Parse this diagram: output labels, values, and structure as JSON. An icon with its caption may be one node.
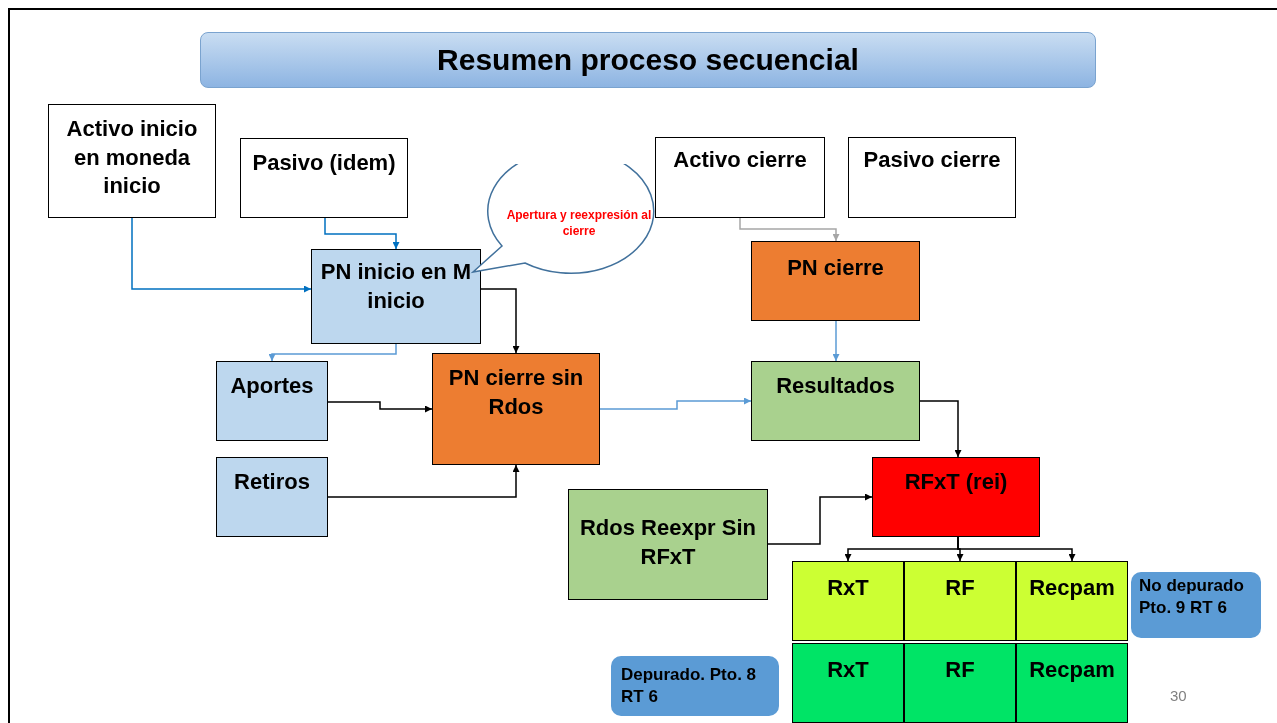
{
  "diagram": {
    "title": "Resumen proceso secuencial",
    "nodes": [
      {
        "text": [
          "Activo inicio en moneda inicio"
        ]
      },
      {
        "text": [
          "Pasivo (idem)"
        ]
      },
      {
        "text": [
          "PN inicio en M inicio"
        ]
      },
      {
        "text": [
          "Apertura y reexpresión al cierre"
        ]
      },
      {
        "text": [
          "Activo cierre"
        ]
      },
      {
        "text": [
          "Pasivo cierre"
        ]
      },
      {
        "text": [
          "PN cierre"
        ]
      },
      {
        "text": [
          "Aportes"
        ]
      },
      {
        "text": [
          "PN cierre sin Rdos"
        ]
      },
      {
        "text": [
          "Resultados"
        ]
      },
      {
        "text": [
          "Retiros"
        ]
      },
      {
        "text": [
          "RFxT (rei)"
        ]
      },
      {
        "text": [
          "Rdos Reexpr Sin RFxT"
        ]
      },
      {
        "text": [
          "RxT"
        ]
      },
      {
        "text": [
          "RF"
        ]
      },
      {
        "text": [
          "Recpam"
        ]
      },
      {
        "text": [
          "RxT"
        ]
      },
      {
        "text": [
          "RF"
        ]
      },
      {
        "text": [
          "Recpam"
        ]
      },
      {
        "text": [
          "No depurado Pto. 9 RT 6"
        ]
      },
      {
        "text": [
          "Depurado. Pto. 8 RT 6"
        ]
      }
    ],
    "edges": [
      {
        "from": 0,
        "to": 2,
        "arrow": "to",
        "color": "#0070c0"
      },
      {
        "from": 1,
        "to": 2,
        "arrow": "to",
        "color": "#0070c0"
      },
      {
        "from": 2,
        "to": 8,
        "arrow": "to"
      },
      {
        "from": 2,
        "to": 7,
        "arrow": "to",
        "color": "#5b9bd5"
      },
      {
        "from": 7,
        "to": 8,
        "arrow": "to"
      },
      {
        "from": 10,
        "to": 8,
        "arrow": "to"
      },
      {
        "from": 8,
        "to": 9,
        "arrow": "to",
        "color": "#5b9bd5"
      },
      {
        "from": 4,
        "to": 6,
        "arrow": "to",
        "color": "#a6a6a6"
      },
      {
        "from": 6,
        "to": 9,
        "arrow": "to",
        "color": "#5b9bd5"
      },
      {
        "from": 9,
        "to": 11,
        "arrow": "to"
      },
      {
        "from": 12,
        "to": 11,
        "arrow": "to"
      },
      {
        "from": 11,
        "to": 13,
        "arrow": "to"
      },
      {
        "from": 11,
        "to": 14,
        "arrow": "to"
      },
      {
        "from": 11,
        "to": 15,
        "arrow": "to"
      }
    ],
    "labels": [
      "30"
    ]
  }
}
